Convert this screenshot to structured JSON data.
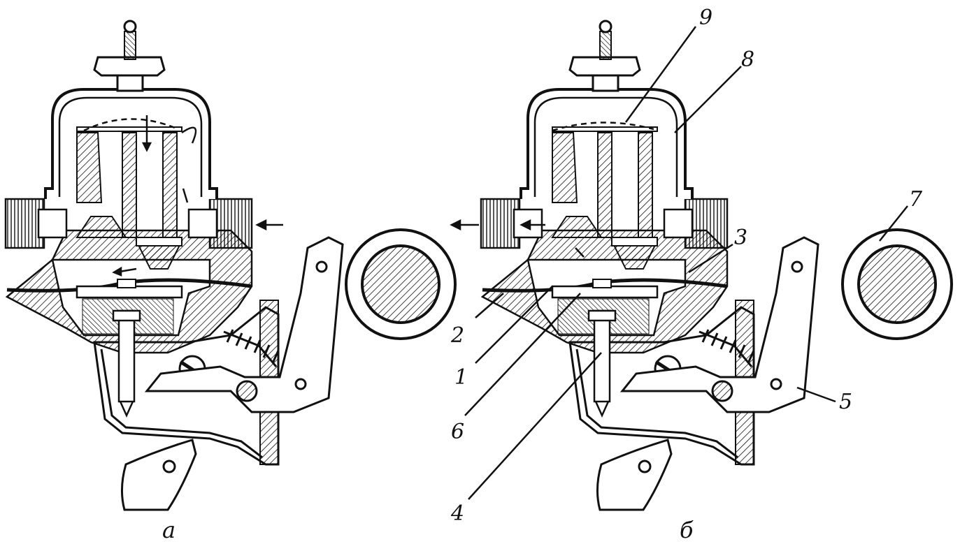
{
  "figure": {
    "captions": {
      "left": "а",
      "right": "б"
    },
    "callouts": {
      "n1": "1",
      "n2": "2",
      "n3": "3",
      "n4": "4",
      "n5": "5",
      "n6": "6",
      "n7": "7",
      "n8": "8",
      "n9": "9"
    }
  }
}
